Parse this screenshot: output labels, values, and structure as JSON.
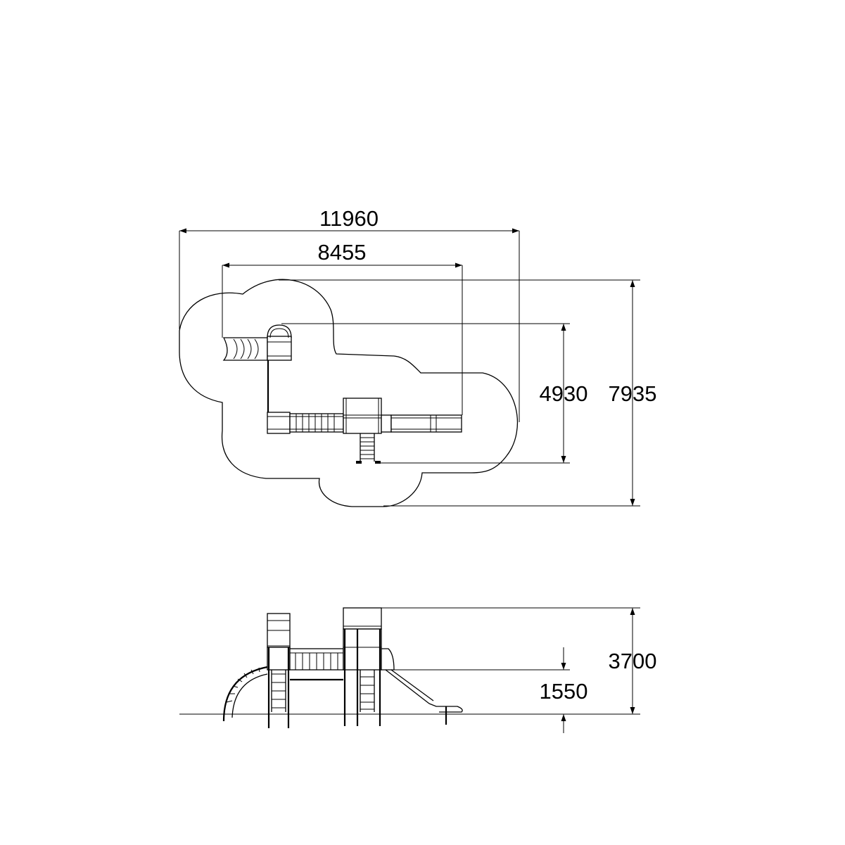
{
  "plan": {
    "dims": {
      "overall_width": "11960",
      "structure_width": "8455",
      "structure_depth": "4930",
      "overall_depth": "7935"
    }
  },
  "elevation": {
    "dims": {
      "total_height": "3700",
      "platform_height": "1550"
    }
  }
}
